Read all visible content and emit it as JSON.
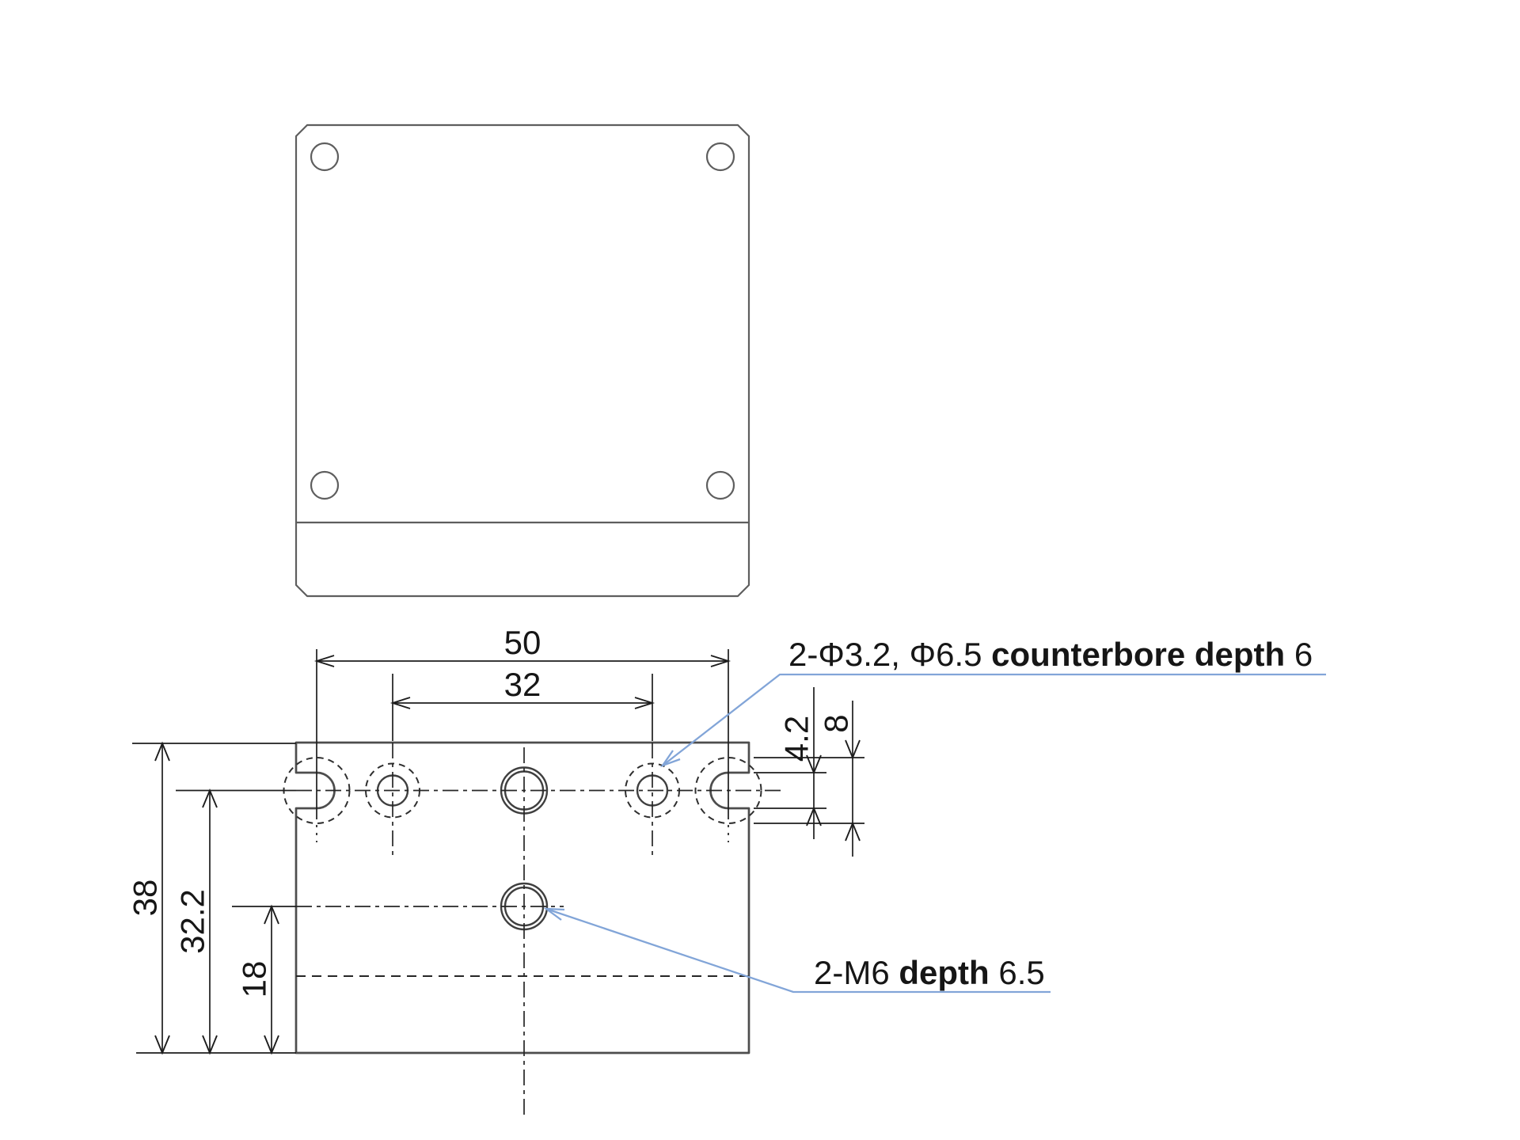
{
  "drawing": {
    "type": "mechanical-part-2-view-drawing",
    "background": "#ffffff",
    "colors": {
      "outline_gray": "#5e5e5e",
      "plate_gray": "#4d4d4d",
      "dimension_black": "#1d1d1d",
      "leader_blue": "#82a5d8"
    },
    "dimensions": {
      "overall_width": "50",
      "hole_pitch": "32",
      "overall_height": "38",
      "top_row_height": "32.2",
      "tap_center_height": "18",
      "slot_width": "4.2",
      "slot_circle_dia": "8"
    },
    "annotations": {
      "counterbore": {
        "lead": "2-Φ3.2, Φ6.5 ",
        "bold": "counterbore depth",
        "tail": " 6"
      },
      "tap": {
        "lead": "2-M6 ",
        "bold": "depth",
        "tail": " 6.5"
      }
    }
  }
}
